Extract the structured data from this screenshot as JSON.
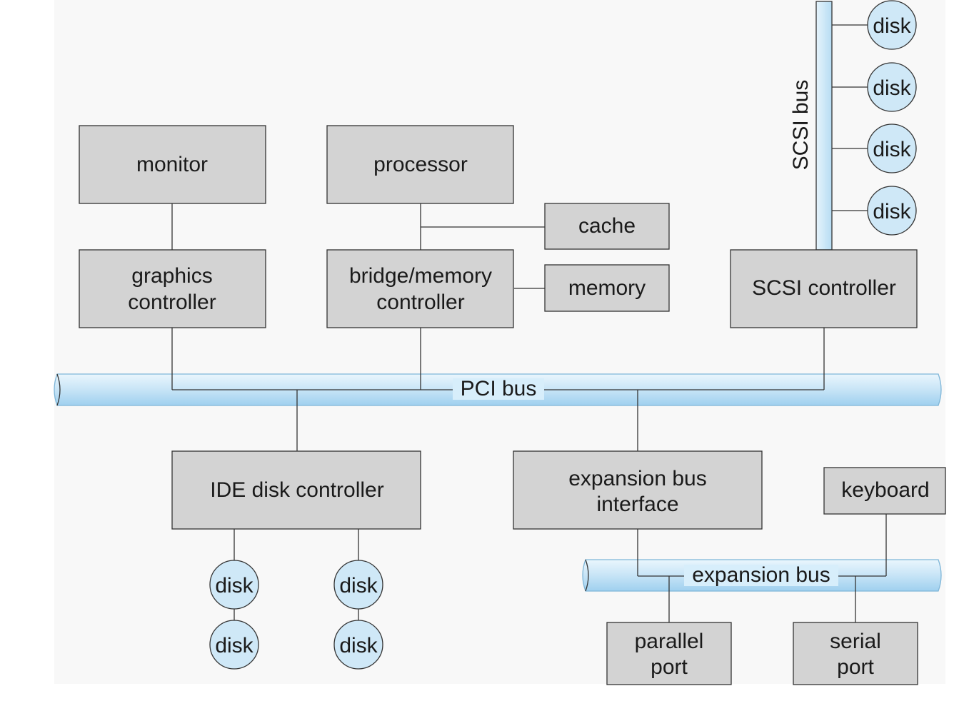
{
  "components": {
    "monitor": "monitor",
    "processor": "processor",
    "cache": "cache",
    "graphics_controller": [
      "graphics",
      "controller"
    ],
    "bridge_memory_controller": [
      "bridge/memory",
      "controller"
    ],
    "memory": "memory",
    "scsi_controller": "SCSI controller",
    "ide_disk_controller": "IDE disk controller",
    "expansion_bus_interface": [
      "expansion bus",
      "interface"
    ],
    "keyboard": "keyboard",
    "parallel_port": [
      "parallel",
      "port"
    ],
    "serial_port": [
      "serial",
      "port"
    ]
  },
  "buses": {
    "pci": "PCI bus",
    "scsi": "SCSI bus",
    "expansion": "expansion bus"
  },
  "disk_label": "disk",
  "colors": {
    "box_fill": "#d3d3d3",
    "bus_fill": "#cfe8f7",
    "line": "#333333"
  }
}
